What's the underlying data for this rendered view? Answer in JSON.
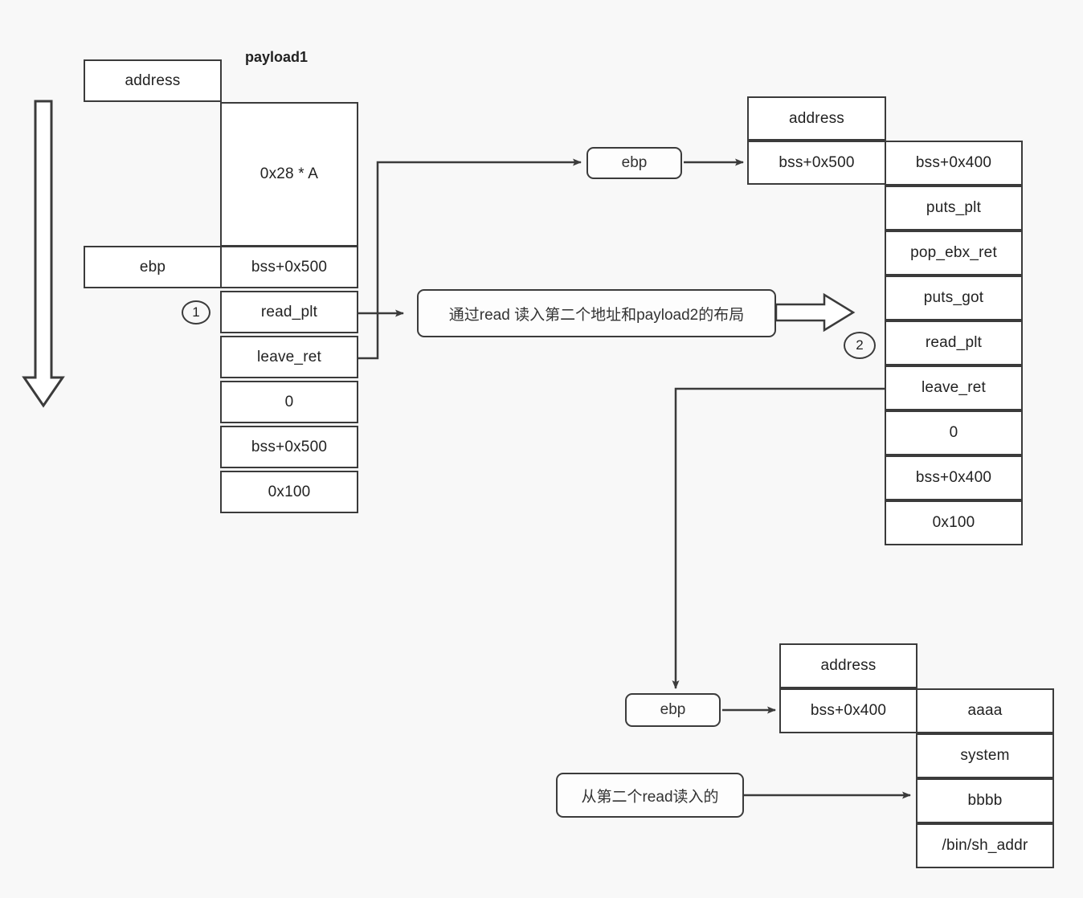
{
  "diagram": {
    "title": "payload1",
    "labels": {
      "payload1": "payload1",
      "address": "address",
      "ebp": "ebp"
    },
    "markers": {
      "one": "1",
      "two": "2"
    },
    "stack_left": {
      "header_label": "address",
      "ebp_label": "ebp",
      "rows": [
        {
          "value": "0x28 * A"
        },
        {
          "value": "bss+0x500"
        },
        {
          "value": "read_plt"
        },
        {
          "value": "leave_ret"
        },
        {
          "value": "0"
        },
        {
          "value": "bss+0x500"
        },
        {
          "value": "0x100"
        }
      ]
    },
    "stack_right_top": {
      "header_label": "address",
      "base_label": "bss+0x500",
      "rows": [
        {
          "value": "bss+0x400"
        },
        {
          "value": "puts_plt"
        },
        {
          "value": "pop_ebx_ret"
        },
        {
          "value": "puts_got"
        },
        {
          "value": "read_plt"
        },
        {
          "value": "leave_ret"
        },
        {
          "value": "0"
        },
        {
          "value": "bss+0x400"
        },
        {
          "value": "0x100"
        }
      ]
    },
    "stack_right_bottom": {
      "header_label": "address",
      "base_label": "bss+0x400",
      "rows": [
        {
          "value": "aaaa"
        },
        {
          "value": "system"
        },
        {
          "value": "bbbb"
        },
        {
          "value": "/bin/sh_addr"
        }
      ]
    },
    "ebp_nodes": [
      {
        "label": "ebp"
      },
      {
        "label": "ebp"
      }
    ],
    "notes": [
      {
        "text": "通过read 读入第二个地址和payload2的布局"
      },
      {
        "text": "从第二个read读入的"
      }
    ],
    "colors": {
      "stroke": "#3b3b3b",
      "background": "#f8f8f8",
      "cell_fill": "#ffffff"
    }
  }
}
